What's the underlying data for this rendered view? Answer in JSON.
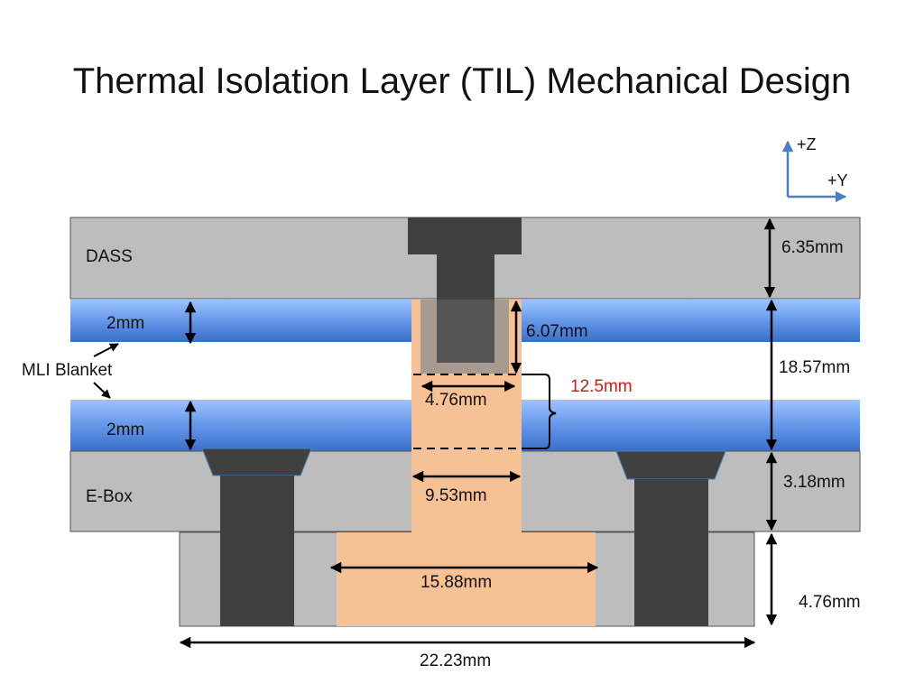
{
  "title": "Thermal Isolation Layer (TIL) Mechanical Design",
  "axes": {
    "z": "+Z",
    "y": "+Y"
  },
  "layers": {
    "dass": "DASS",
    "ebox": "E-Box",
    "mli": "MLI Blanket",
    "blanket_top": "2mm",
    "blanket_bottom": "2mm"
  },
  "dimensions": {
    "dass_thickness": "6.35mm",
    "spacer_span": "18.57mm",
    "ebox_thickness": "3.18mm",
    "base_thickness": "4.76mm",
    "bolt_depth": "6.07mm",
    "bore_width": "4.76mm",
    "isolator_height": "12.5mm",
    "neck_width": "9.53mm",
    "flange_width": "15.88mm",
    "base_width": "22.23mm"
  },
  "colors": {
    "plate": "#bdbdbd",
    "blanket": "#4f86d9",
    "isolator": "#f7c196",
    "fastener": "#404040",
    "axis": "#4a7fc1",
    "highlight": "#d11a1a"
  }
}
